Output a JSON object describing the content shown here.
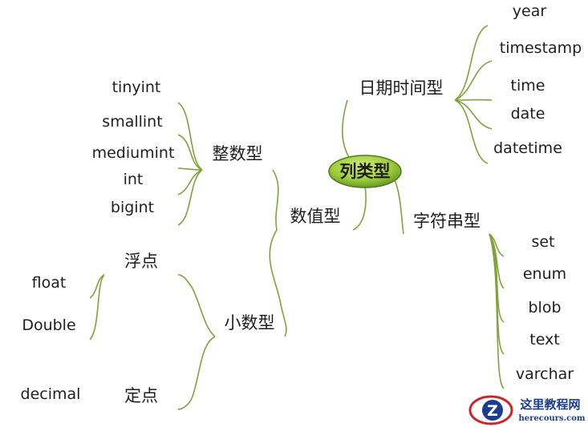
{
  "root": {
    "label": "列类型",
    "color": "#8dc63f"
  },
  "colors": {
    "line": "#7fa23a",
    "underline": "#6f9430",
    "root_fill": "#9bcb3c",
    "root_stroke": "#4f7a1a"
  },
  "numeric": {
    "label": "数值型",
    "integer": {
      "label": "整数型",
      "items": [
        "tinyint",
        "smallint",
        "mediumint",
        "int",
        "bigint"
      ]
    },
    "decimal_group": {
      "label": "小数型",
      "floating": {
        "label": "浮点",
        "items": [
          "float",
          "Double"
        ]
      },
      "fixed": {
        "label": "定点",
        "items": [
          "decimal"
        ]
      }
    }
  },
  "datetime": {
    "label": "日期时间型",
    "items": [
      "year",
      "timestamp",
      "time",
      "date",
      "datetime"
    ]
  },
  "string": {
    "label": "字符串型",
    "items": [
      "set",
      "enum",
      "blob",
      "text",
      "varchar"
    ]
  },
  "watermark": {
    "title": "这里教程网",
    "url": "herecours.com",
    "logo_letter": "Z",
    "logo_icon": "z-logo-icon"
  }
}
